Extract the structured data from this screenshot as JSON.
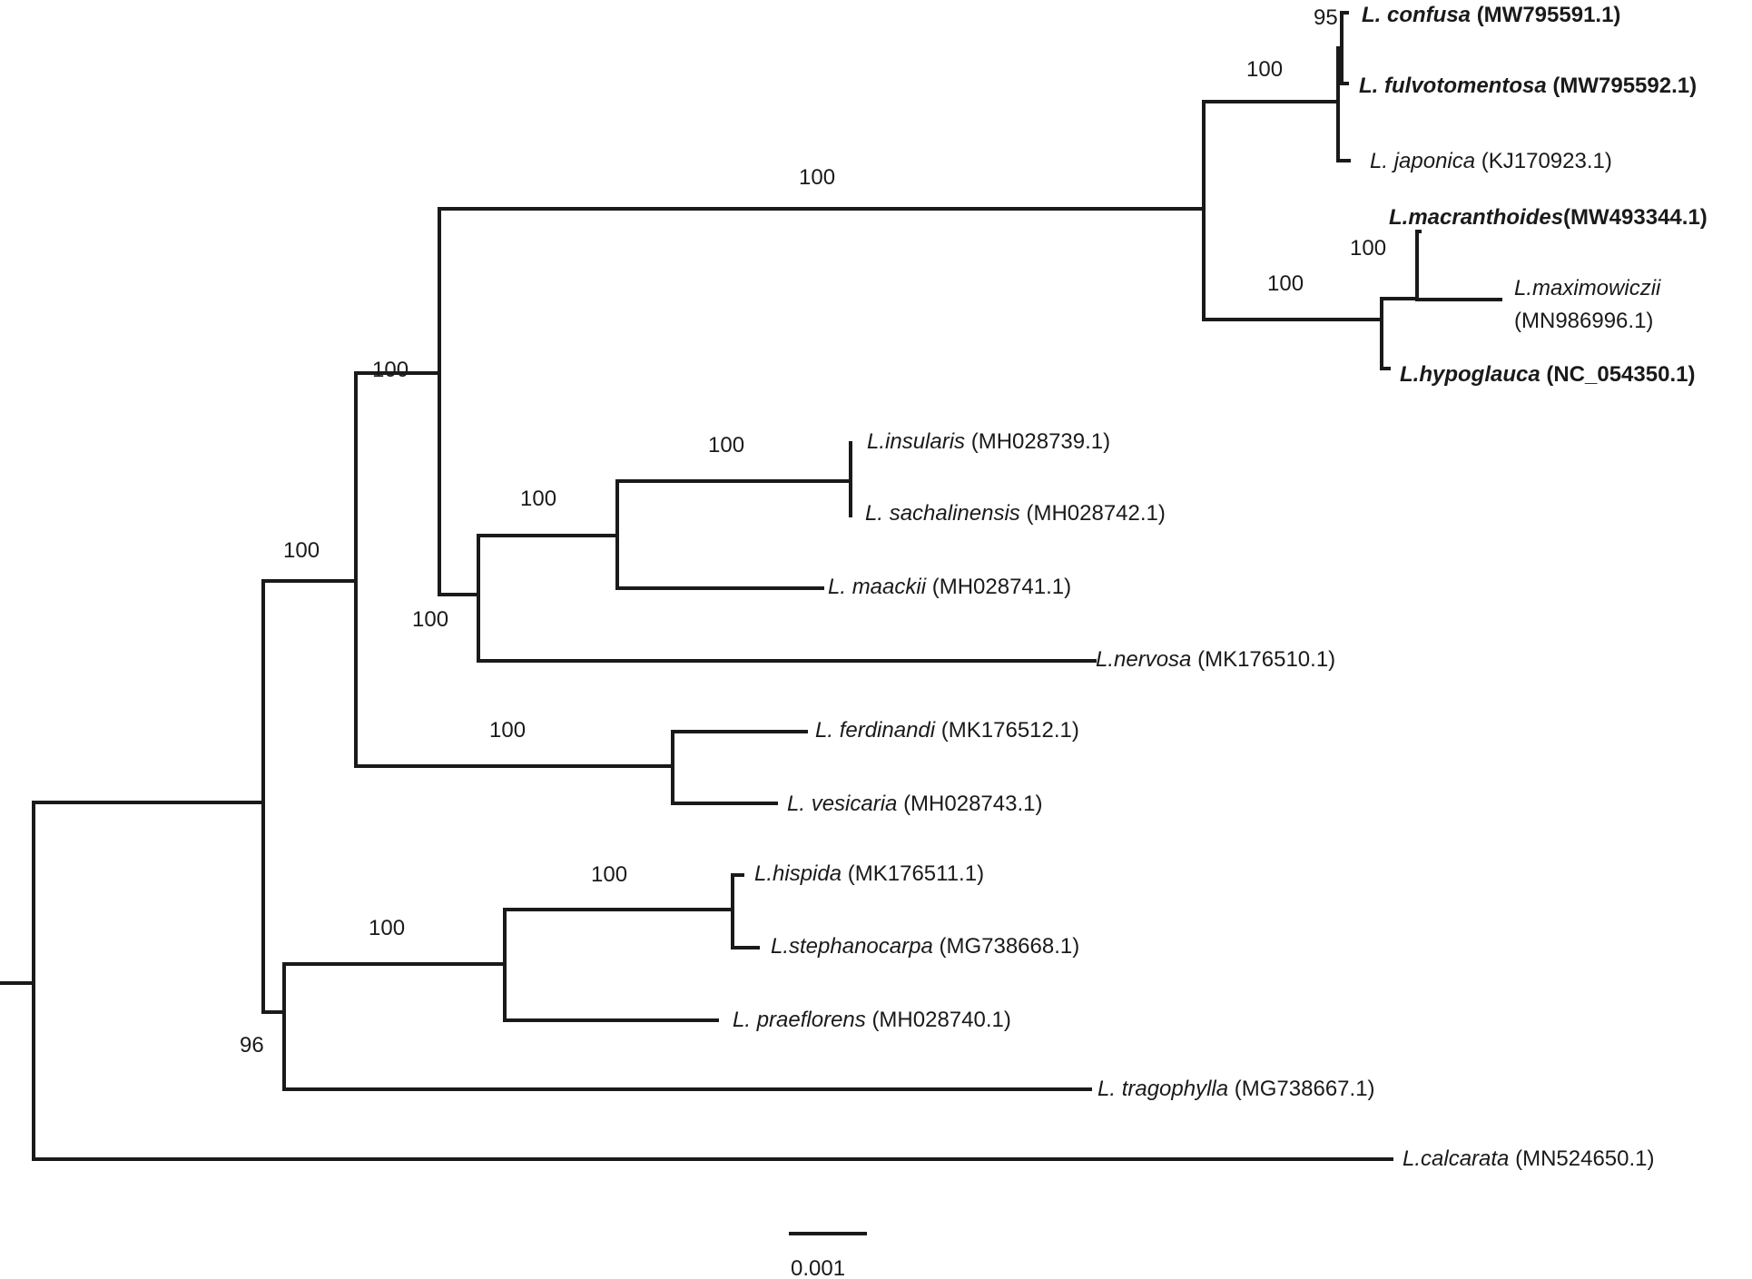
{
  "tree": {
    "taxa": [
      {
        "id": "confusa",
        "genus": "L. ",
        "species": "confusa",
        "accession": "(MW795591.1)",
        "bold": true,
        "accession_sep": " "
      },
      {
        "id": "fulvotomentosa",
        "genus": "L. ",
        "species": "fulvotomentosa",
        "accession": "(MW795592.1)",
        "bold": true,
        "accession_sep": " "
      },
      {
        "id": "japonica",
        "genus": "L. ",
        "species": "japonica",
        "accession": "(KJ170923.1)",
        "bold": false,
        "accession_sep": " "
      },
      {
        "id": "macranthoides",
        "genus": "L.",
        "species": "macranthoides",
        "accession": "(MW493344.1)",
        "bold": true,
        "accession_sep": ""
      },
      {
        "id": "maximowiczii",
        "genus": "L.",
        "species": "maximowiczii",
        "accession": "(MN986996.1)",
        "bold": false,
        "accession_sep": "\n"
      },
      {
        "id": "hypoglauca",
        "genus": "L.",
        "species": "hypoglauca",
        "accession": "(NC_054350.1)",
        "bold": true,
        "accession_sep": " "
      },
      {
        "id": "insularis",
        "genus": "L.",
        "species": "insularis",
        "accession": "(MH028739.1)",
        "bold": false,
        "accession_sep": " "
      },
      {
        "id": "sachalinensis",
        "genus": "L. ",
        "species": "sachalinensis",
        "accession": "(MH028742.1)",
        "bold": false,
        "accession_sep": " "
      },
      {
        "id": "maackii",
        "genus": "L. ",
        "species": "maackii",
        "accession": "(MH028741.1)",
        "bold": false,
        "accession_sep": " "
      },
      {
        "id": "nervosa",
        "genus": "L.",
        "species": "nervosa",
        "accession": "(MK176510.1)",
        "bold": false,
        "accession_sep": " "
      },
      {
        "id": "ferdinandi",
        "genus": "L. ",
        "species": "ferdinandi",
        "accession": "(MK176512.1)",
        "bold": false,
        "accession_sep": " "
      },
      {
        "id": "vesicaria",
        "genus": "L. ",
        "species": "vesicaria",
        "accession": "(MH028743.1)",
        "bold": false,
        "accession_sep": " "
      },
      {
        "id": "hispida",
        "genus": "L.",
        "species": "hispida",
        "accession": "(MK176511.1)",
        "bold": false,
        "accession_sep": " "
      },
      {
        "id": "stephanocarpa",
        "genus": "L.",
        "species": "stephanocarpa",
        "accession": "(MG738668.1)",
        "bold": false,
        "accession_sep": " "
      },
      {
        "id": "praeflorens",
        "genus": "L. ",
        "species": "praeflorens",
        "accession": "(MH028740.1)",
        "bold": false,
        "accession_sep": " "
      },
      {
        "id": "tragophylla",
        "genus": "L. ",
        "species": "tragophylla",
        "accession": "(MG738667.1)",
        "bold": false,
        "accession_sep": " "
      },
      {
        "id": "calcarata",
        "genus": "L.",
        "species": "calcarata",
        "accession": "(MN524650.1)",
        "bold": false,
        "accession_sep": " "
      }
    ],
    "bootstrap": [
      {
        "clade": "confusa+fulvotomentosa",
        "value": "95"
      },
      {
        "clade": "confusa+fulvotomentosa+japonica",
        "value": "100"
      },
      {
        "clade": "japonica-group+macranthoides-group",
        "value": "100"
      },
      {
        "clade": "macranthoides+maximowiczii+hypoglauca",
        "value": "100"
      },
      {
        "clade": "macranthoides+maximowiczii",
        "value": "100"
      },
      {
        "clade": "upper-core",
        "value": "100"
      },
      {
        "clade": "insularis+sachalinensis",
        "value": "100"
      },
      {
        "clade": "insularis+sachalinensis+maackii",
        "value": "100"
      },
      {
        "clade": "insularis-group+nervosa",
        "value": "100"
      },
      {
        "clade": "ferdinandi+vesicaria",
        "value": "100"
      },
      {
        "clade": "ingroup-main",
        "value": "100"
      },
      {
        "clade": "hispida+stephanocarpa",
        "value": "100"
      },
      {
        "clade": "hispida+stephanocarpa+praeflorens",
        "value": "100"
      },
      {
        "clade": "hispida-group+tragophylla",
        "value": "96"
      }
    ],
    "scale_bar": {
      "label": "0.001"
    },
    "line_color": "#1a1a1a"
  }
}
